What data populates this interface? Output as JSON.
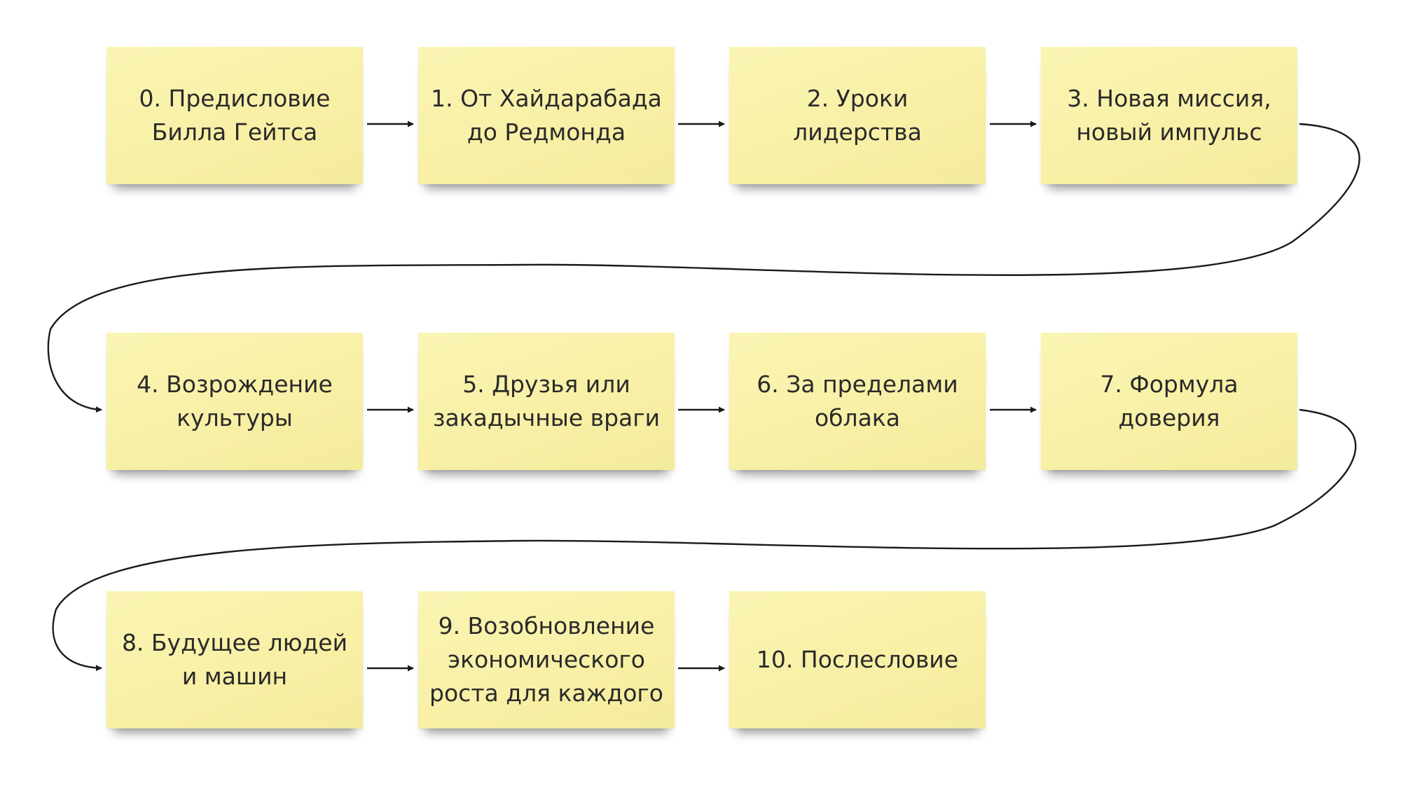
{
  "diagram": {
    "notes": [
      {
        "id": "n0",
        "label": "0. Предисловие\nБилла Гейтса"
      },
      {
        "id": "n1",
        "label": "1. От Хайдарабада\nдо Редмонда"
      },
      {
        "id": "n2",
        "label": "2. Уроки лидерства"
      },
      {
        "id": "n3",
        "label": "3. Новая миссия,\nновый импульс"
      },
      {
        "id": "n4",
        "label": "4. Возрождение\nкультуры"
      },
      {
        "id": "n5",
        "label": "5. Друзья или\nзакадычные враги"
      },
      {
        "id": "n6",
        "label": "6. За пределами\nоблака"
      },
      {
        "id": "n7",
        "label": "7. Формула\nдоверия"
      },
      {
        "id": "n8",
        "label": "8. Будущее людей\nи машин"
      },
      {
        "id": "n9",
        "label": "9. Возобновление\nэкономического\nроста для каждого"
      },
      {
        "id": "n10",
        "label": "10. Послесловие"
      }
    ],
    "edges": [
      {
        "from": "n0",
        "to": "n1"
      },
      {
        "from": "n1",
        "to": "n2"
      },
      {
        "from": "n2",
        "to": "n3"
      },
      {
        "from": "n3",
        "to": "n4"
      },
      {
        "from": "n4",
        "to": "n5"
      },
      {
        "from": "n5",
        "to": "n6"
      },
      {
        "from": "n6",
        "to": "n7"
      },
      {
        "from": "n7",
        "to": "n8"
      },
      {
        "from": "n8",
        "to": "n9"
      },
      {
        "from": "n9",
        "to": "n10"
      }
    ],
    "colors": {
      "note": "#f8f0a6",
      "connector": "#1a1a1a",
      "text": "#2a2a2a"
    }
  }
}
